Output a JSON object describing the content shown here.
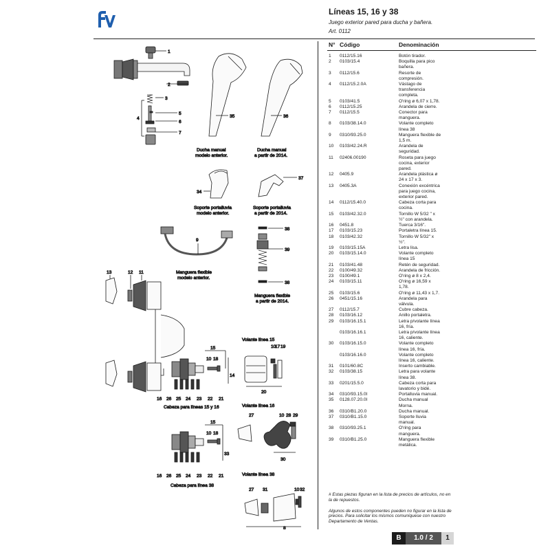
{
  "header": {
    "title": "Líneas 15, 16 y 38",
    "subtitle": "Juego exterior pared para ducha y bañera.",
    "article": "Art. 0112"
  },
  "columns": {
    "n": "N°",
    "codigo": "Código",
    "denominacion": "Denominación"
  },
  "parts": [
    {
      "n": "1",
      "c": "0112/15.16",
      "d": "Botón tirador."
    },
    {
      "n": "2",
      "c": "0103/15.4",
      "d": "Boquilla para pico bañera."
    },
    {
      "n": "3",
      "c": "0112/15.6",
      "d": "Resorte de compresión."
    },
    {
      "n": "4",
      "c": "0112/15.2.0A",
      "d": "Vástago de transferencia completa."
    },
    {
      "n": "5",
      "c": "0103/41.5",
      "d": "O'ring ø 6,07 x 1,78."
    },
    {
      "n": "6",
      "c": "0112/15.25",
      "d": "Arandela de cierre."
    },
    {
      "n": "7",
      "c": "0112/15.5",
      "d": "Conector para manguera."
    },
    {
      "n": "8",
      "c": "0103/38.14.0",
      "d": "Volante completo línea 38"
    },
    {
      "n": "9",
      "c": "0310/93.25.0",
      "d": "Manguera flexible de 1,5 m."
    },
    {
      "n": "10",
      "c": "0103/42.24.R",
      "d": "Arandela de seguridad."
    },
    {
      "n": "11",
      "c": "02406.00190",
      "d": "Roseta para juego cocina, exterior pared."
    },
    {
      "n": "12",
      "c": "0405.9",
      "d": "Arandela plástica ø 24 x 17 x 3."
    },
    {
      "n": "13",
      "c": "0405.3A",
      "d": "Conexión excéntrica para juego cocina, exterior pared."
    },
    {
      "n": "14",
      "c": "0112/15.40.0",
      "d": "Cabeza corta para cocina."
    },
    {
      "n": "15",
      "c": "0103/42.32.0",
      "d": "Tornillo W 5/32 \" x ½\" con arandela."
    },
    {
      "n": "16",
      "c": "0451.8",
      "d": "Tuerca 3/16\"."
    },
    {
      "n": "17",
      "c": "0103/15.23",
      "d": "Portaletra línea 15."
    },
    {
      "n": "18",
      "c": "0103/42.32",
      "d": "Tornillo W 5/32\" x ½\"."
    },
    {
      "n": "19",
      "c": "0103/15.15A",
      "d": "Letra lisa."
    },
    {
      "n": "20",
      "c": "0103/15.14.0",
      "d": "Volante completo línea 15"
    },
    {
      "n": "21",
      "c": "0103/41.48",
      "d": "Retén de seguridad."
    },
    {
      "n": "22",
      "c": "0100/49.32",
      "d": "Arandela de fricción."
    },
    {
      "n": "23",
      "c": "0100/49.1",
      "d": "O'ring ø 8 x 2,4."
    },
    {
      "n": "24",
      "c": "0103/15.11",
      "d": "O'ring ø 16,59 x 1,78."
    },
    {
      "n": "25",
      "c": "0103/15.6",
      "d": "O'ring ø 11,43 x 1,7."
    },
    {
      "n": "26",
      "c": "0451/15.16",
      "d": "Arandela para válvula."
    },
    {
      "n": "27",
      "c": "0112/15.7",
      "d": "Cubre cabeza."
    },
    {
      "n": "28",
      "c": "0103/16.12",
      "d": "Anillo portaletra."
    },
    {
      "n": "29",
      "c": "0103/16.15.1",
      "d": "Letra p/volante línea 16, fría."
    },
    {
      "n": "",
      "c": "0103/16.16.1",
      "d": "Letra p/volante línea 16, caliente."
    },
    {
      "n": "30",
      "c": "0103/16.15.0",
      "d": "Volante completo línea 16, fría."
    },
    {
      "n": "",
      "c": "0103/16.16.0",
      "d": "Volante completo línea 16, caliente."
    },
    {
      "n": "31",
      "c": "0101/60.8C",
      "d": "Inserto cambiable."
    },
    {
      "n": "32",
      "c": "0103/38.15",
      "d": "Letra para volante línea 38."
    },
    {
      "n": "33",
      "c": "0201/15.5.0",
      "d": "Cabeza corta para lavatorio y bidé."
    },
    {
      "n": "34",
      "c": "0310/93.15.0I",
      "d": "Portalluvia manual."
    },
    {
      "n": "35",
      "c": "0128.07.20.0I",
      "d": "Ducha manual Morna."
    },
    {
      "n": "36",
      "c": "0310/B1.20.0",
      "d": "Ducha manual."
    },
    {
      "n": "37",
      "c": "0310/B1.15.0",
      "d": "Soporte lluvia manual."
    },
    {
      "n": "38",
      "c": "0310/93.25.1",
      "d": "O'ring para manguera."
    },
    {
      "n": "39",
      "c": "0310/B1.25.0",
      "d": "Manguera flexible metálica."
    }
  ],
  "notes": {
    "star": "# Estas piezas figuran en la lista de precios de artículos, no en la de repuestos.",
    "disclaimer": "Algunos de estos componentes pueden no figurar en la lista de precios. Para solicitar los mismos comuníquese con nuestro Departamento de Ventas."
  },
  "page": {
    "section": "B",
    "number": "1.0 / 2",
    "page": "1"
  },
  "diagram": {
    "captions": {
      "ducha_anterior": [
        "Ducha manual",
        "modelo anterior."
      ],
      "ducha_2014": [
        "Ducha manual",
        "a partir de 2014."
      ],
      "soporte_anterior": [
        "Soporte portalluvia",
        "modelo anterior."
      ],
      "soporte_2014": [
        "Soporte portalluvia",
        "a partir de 2014."
      ],
      "manguera_anterior": [
        "Manguera flexible",
        "modelo anterior."
      ],
      "manguera_2014": [
        "Manguera flexible",
        "a partir de 2014."
      ],
      "volante_15": "Volante línea 15",
      "volante_16": "Volante línea 16",
      "volante_38": "Volante línea 38",
      "cabeza_15_16": "Cabeza para líneas 15 y 16",
      "cabeza_38": "Cabeza para línea 38"
    },
    "callouts": {
      "c1": "1",
      "c2": "2",
      "c3": "3",
      "c4": "4",
      "c5": "5",
      "c6": "6",
      "c7": "7",
      "c35": "35",
      "c36": "36",
      "c34": "34",
      "c37": "37",
      "c9": "9",
      "c38a": "38",
      "c39": "39",
      "c38b": "38",
      "c13": "13",
      "c12": "12",
      "c11": "11",
      "c15a": "15",
      "c10a": "10",
      "c18a": "18",
      "c14": "14",
      "c10b": "10",
      "c17": "17",
      "c19": "19",
      "c20": "20",
      "c16a": "16",
      "c26a": "26",
      "c25a": "25",
      "c24a": "24",
      "c23a": "23",
      "c22a": "22",
      "c21a": "21",
      "c27a": "27",
      "c10c": "10",
      "c28": "28",
      "c29": "29",
      "c30": "30",
      "c15b": "15",
      "c10d": "10",
      "c18b": "18",
      "c33": "33",
      "c16b": "16",
      "c26b": "26",
      "c25b": "25",
      "c24b": "24",
      "c23b": "23",
      "c22b": "22",
      "c21b": "21",
      "c27b": "27",
      "c31": "31",
      "c10e": "10",
      "c32": "32",
      "c8": "8"
    }
  },
  "colors": {
    "logo_blue": "#1f5fae",
    "ink": "#1a1a1a",
    "tag_dark": "#1c1c1c",
    "tag_mid": "#555555",
    "tag_light": "#d6d6d6"
  }
}
